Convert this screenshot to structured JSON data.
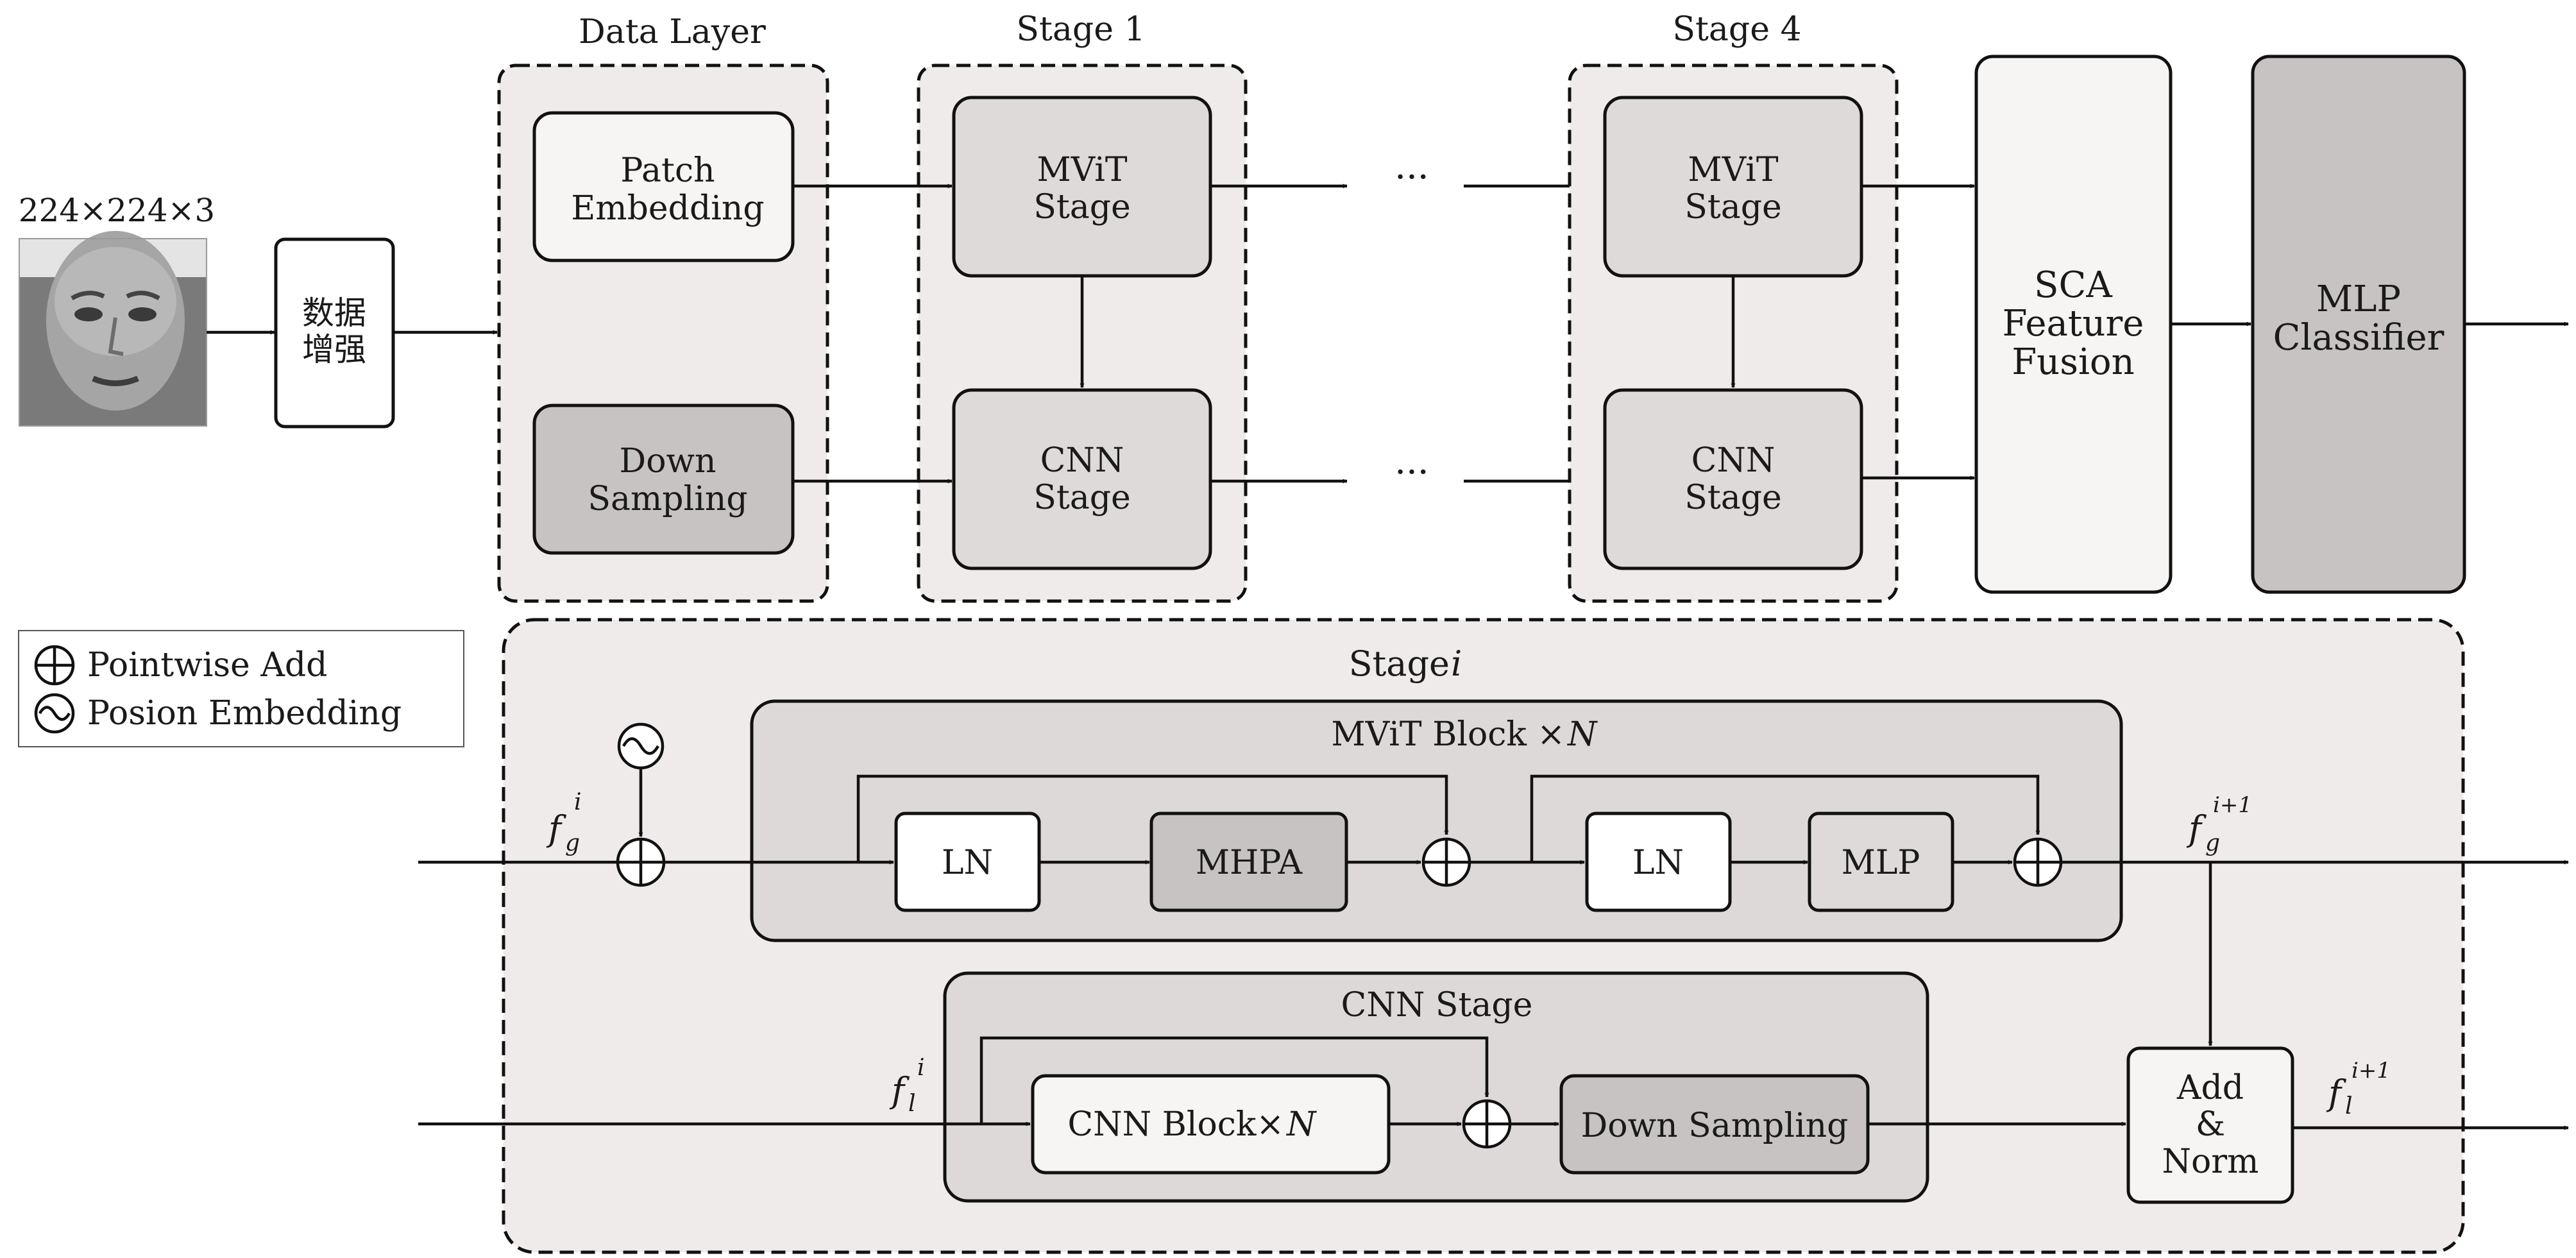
{
  "input": {
    "size_label": "224×224×3",
    "image_name": "face-image",
    "augment_label": [
      "数据",
      "增强"
    ]
  },
  "top_groups": {
    "data_layer": "Data Layer",
    "stage1": "Stage 1",
    "stage4": "Stage 4",
    "ellipsis": "···"
  },
  "blocks": {
    "patch_embedding": [
      "Patch",
      "Embedding"
    ],
    "down_sampling": [
      "Down",
      "Sampling"
    ],
    "mvit_stage": [
      "MViT",
      "Stage"
    ],
    "cnn_stage": [
      "CNN",
      "Stage"
    ],
    "sca_fusion": [
      "SCA",
      "Feature",
      "Fusion"
    ],
    "mlp_classifier": [
      "MLP",
      "Classifier"
    ]
  },
  "legend": {
    "pointwise_add": "Pointwise Add",
    "position_embedding": "Posion Embedding"
  },
  "detail": {
    "title_prefix": "Stage ",
    "title_var": "i",
    "mvit_block_prefix": "MViT Block ×",
    "mvit_block_var": "N",
    "ln": "LN",
    "mhpa": "MHPA",
    "mlp": "MLP",
    "cnn_stage_title": "CNN Stage",
    "cnn_block_prefix": "CNN Block×",
    "cnn_block_var": "N",
    "down_sampling": "Down Sampling",
    "add_norm": [
      "Add",
      "&",
      "Norm"
    ],
    "fg_i": {
      "base": "f",
      "sub": "g",
      "sup": "i"
    },
    "fg_i1": {
      "base": "f",
      "sub": "g",
      "sup": "i+1"
    },
    "fl_i": {
      "base": "f",
      "sub": "l",
      "sup": "i"
    },
    "fl_i1": {
      "base": "f",
      "sub": "l",
      "sup": "i+1"
    }
  },
  "colors": {
    "panel_bg": "#efebea",
    "inner_bg": "#ddd9d8",
    "box_light": "#f7f5f4",
    "box_mid": "#dedad9",
    "box_dark": "#c7c3c2",
    "white": "#ffffff"
  }
}
